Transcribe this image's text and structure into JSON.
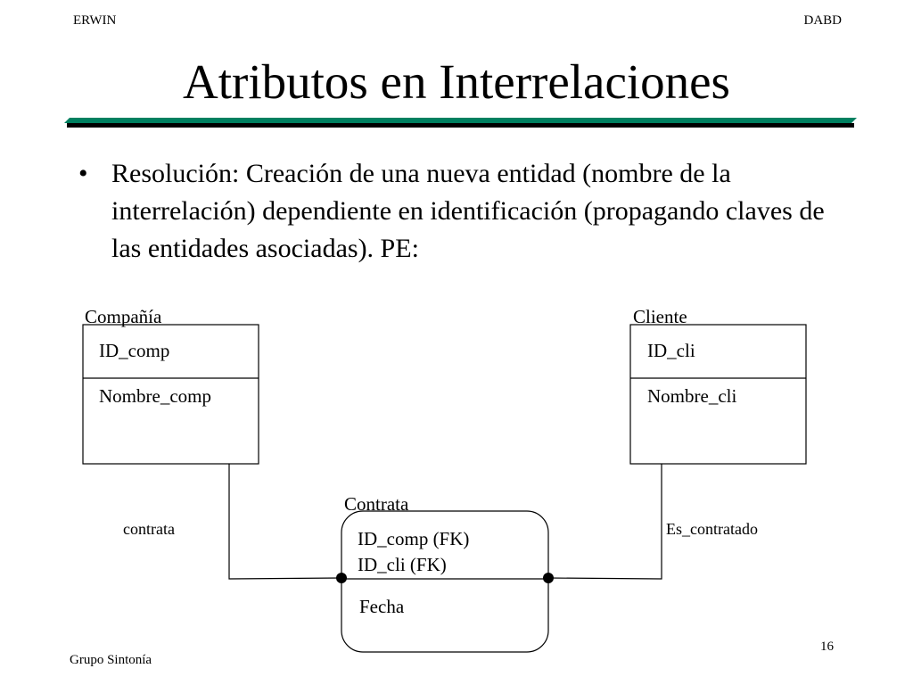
{
  "header": {
    "left": "ERWIN",
    "right": "DABD"
  },
  "title": "Atributos en Interrelaciones",
  "bullet": {
    "symbol": "•",
    "text": "Resolución: Creación de una nueva entidad (nombre de la interrelación) dependiente en identificación (propagando claves de las entidades asociadas). PE:"
  },
  "diagram": {
    "entities": [
      {
        "name": "Compañía",
        "key": "ID_comp",
        "attrs": [
          "Nombre_comp"
        ]
      },
      {
        "name": "Cliente",
        "key": "ID_cli",
        "attrs": [
          "Nombre_cli"
        ]
      },
      {
        "name": "Contrata",
        "keys": [
          "ID_comp (FK)",
          "ID_cli (FK)"
        ],
        "attrs": [
          "Fecha"
        ]
      }
    ],
    "relationships": [
      {
        "label": "contrata"
      },
      {
        "label": "Es_contratado"
      }
    ]
  },
  "footer": {
    "left": "Grupo Sintonía",
    "page": "16"
  },
  "colors": {
    "rule_accent": "#008060",
    "rule_dark": "#000000"
  }
}
